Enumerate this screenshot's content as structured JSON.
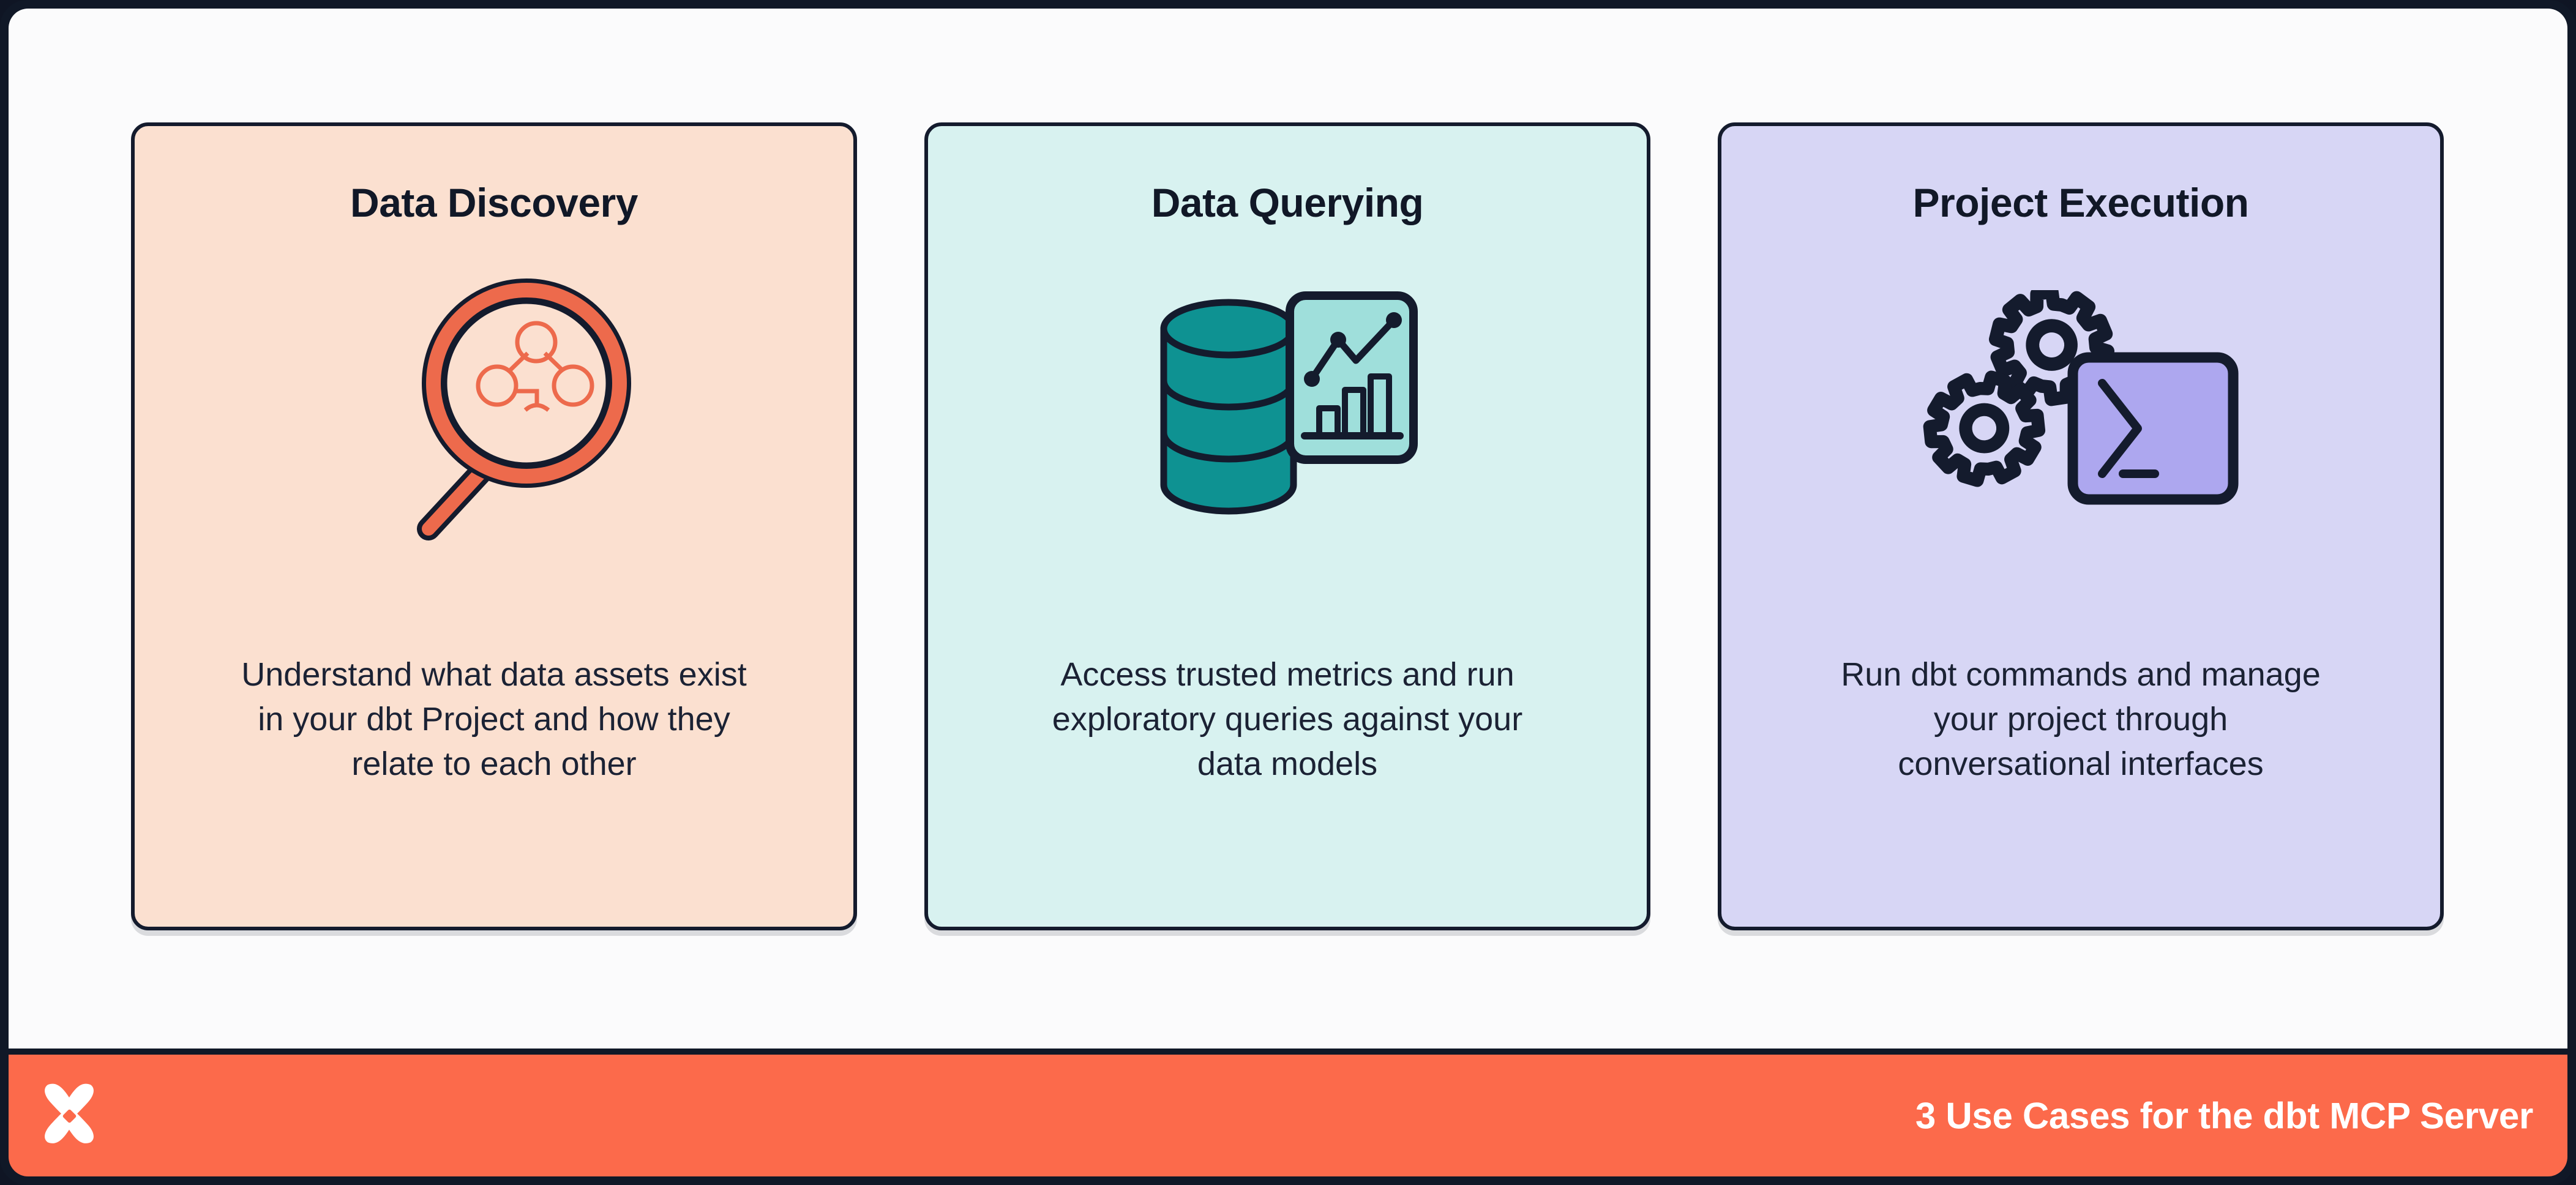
{
  "frame": {
    "border_color": "#101827",
    "stage_background": "#FBFBFC"
  },
  "cards": [
    {
      "id": "data-discovery",
      "title": "Data Discovery",
      "body": "Understand what data assets exist\nin your dbt Project and how they\nrelate to each other",
      "background": "#FBE0D0",
      "accent": "#ED6A4C",
      "border": "#141B2D",
      "icon_name": "magnifier-lineage-icon"
    },
    {
      "id": "data-querying",
      "title": "Data Querying",
      "body": "Access trusted metrics and run\nexploratory queries against your\ndata models",
      "background": "#D8F2F0",
      "accent": "#0E9292",
      "border": "#141B2D",
      "icon_name": "database-chart-icon"
    },
    {
      "id": "project-execution",
      "title": "Project Execution",
      "body": "Run dbt commands and manage\nyour project through\nconversational interfaces",
      "background": "#D7D6F5",
      "accent": "#ADA7EF",
      "border": "#141B2D",
      "icon_name": "gears-terminal-icon"
    }
  ],
  "footer": {
    "background": "#FC6A4B",
    "caption": "3 Use Cases for the dbt MCP Server",
    "caption_color": "#FFFFFF",
    "logo_name": "dbt-logo",
    "logo_color": "#FFFFFF"
  }
}
